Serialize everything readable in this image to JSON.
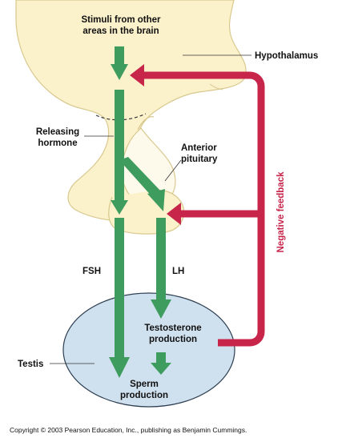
{
  "labels": {
    "stimuli_line1": "Stimuli from other",
    "stimuli_line2": "areas in the brain",
    "hypothalamus": "Hypothalamus",
    "releasing_line1": "Releasing",
    "releasing_line2": "hormone",
    "anterior_line1": "Anterior",
    "anterior_line2": "pituitary",
    "fsh": "FSH",
    "lh": "LH",
    "testo_line1": "Testosterone",
    "testo_line2": "production",
    "testis": "Testis",
    "sperm_line1": "Sperm",
    "sperm_line2": "production",
    "negative_feedback": "Negative feedback"
  },
  "copyright": "Copyright © 2003 Pearson Education, Inc., publishing as Benjamin Cummings.",
  "colors": {
    "brain": "#fbf2cc",
    "brain_outline": "#d8c88e",
    "pituitary": "#fdfaeb",
    "testis": "#cfe0ee",
    "testis_outline": "#2c3e50",
    "green_arrow": "#3f9c5f",
    "feedback": "#c8254b",
    "text": "#111111"
  },
  "icons": [
    "green-arrow",
    "red-feedback-arrow"
  ]
}
